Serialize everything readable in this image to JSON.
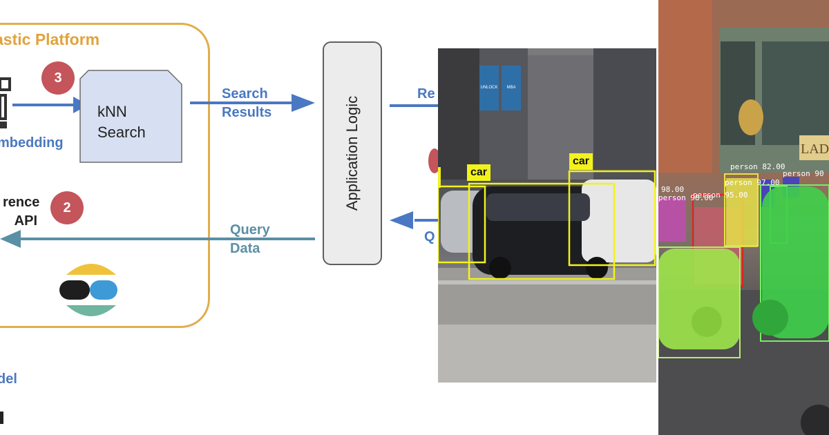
{
  "diagram": {
    "platform_title": "astic Platform",
    "embedding_label": "mbedding",
    "inference_line1": "rence",
    "inference_line2": "API",
    "knn_line1": "kNN",
    "knn_line2": "Search",
    "search_results_line1": "Search",
    "search_results_line2": "Results",
    "query_data_line1": "Query",
    "query_data_line2": "Data",
    "app_logic": "Application Logic",
    "right_top_label": "Re",
    "right_bottom_label": "Q",
    "model_label": "del",
    "badges": [
      "3",
      "2"
    ],
    "colors": {
      "platform_border": "#e2ad4a",
      "badge": "#c4555b",
      "blue_arrow": "#4a78c2",
      "teal_arrow": "#5a8fa6",
      "knn_fill": "#d7e0f2"
    }
  },
  "photo_car": {
    "labels": [
      "car",
      "car"
    ],
    "box_color": "#f3f21c"
  },
  "photo_seg": {
    "labels": [
      "person 82.00",
      "person 95.00",
      "98.00",
      "person 90",
      "person 97.00",
      "person 98.00"
    ],
    "sign_text": "LAD"
  }
}
